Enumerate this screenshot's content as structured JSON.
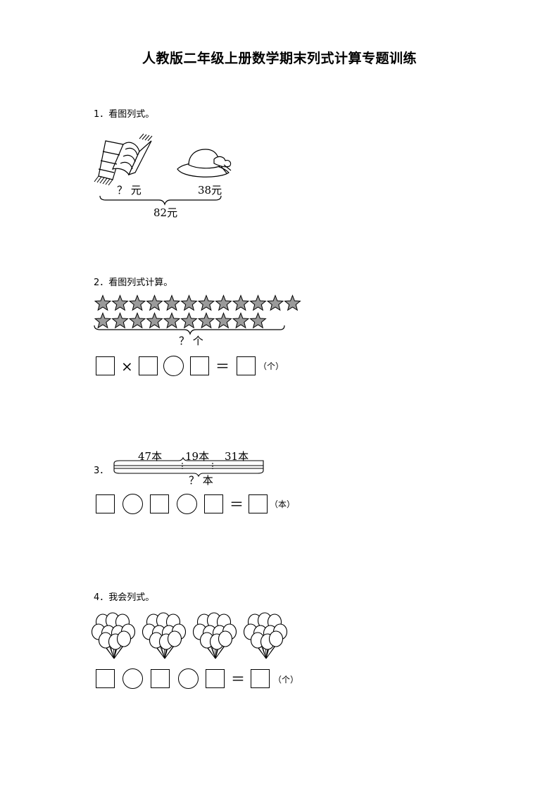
{
  "title": "人教版二年级上册数学期末列式计算专题训练",
  "q1": {
    "label": "1．看图列式。",
    "scarf_price": "？ 元",
    "hat_price": "38元",
    "total": "82元"
  },
  "q2": {
    "label": "2．看图列式计算。",
    "question": "？ 个",
    "times_symbol": "×",
    "equals_symbol": "＝",
    "unit": "（个）",
    "star_rows": [
      [
        6,
        6
      ],
      [
        6,
        4
      ]
    ]
  },
  "q3": {
    "label": "3．",
    "seg1": "47本",
    "seg2": "19本",
    "seg3": "31本",
    "question": "？ 本",
    "equals_symbol": "＝",
    "unit": "（本）"
  },
  "q4": {
    "label": "4．我会列式。",
    "bunch_count": 4,
    "equals_symbol": "＝",
    "unit": "（个）"
  }
}
